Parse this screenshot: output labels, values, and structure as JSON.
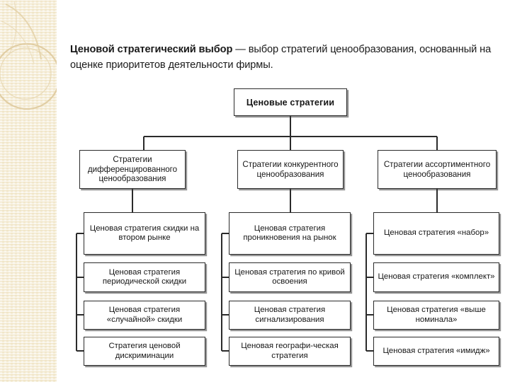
{
  "slide": {
    "intro": {
      "lead": "Ценовой стратегический выбор",
      "rest": " — выбор стратегий ценообразования, основанный на оценке приоритетов деятельности фирмы."
    }
  },
  "diagram": {
    "root": {
      "label": "Ценовые стратегии"
    },
    "branches": [
      {
        "label": "Стратегии дифференцированного ценообразования",
        "leaves": [
          {
            "label": "Ценовая стратегия скидки на втором рынке"
          },
          {
            "label": "Ценовая стратегия периодической скидки"
          },
          {
            "label": "Ценовая стратегия «случайной» скидки"
          },
          {
            "label": "Стратегия ценовой дискриминации"
          }
        ]
      },
      {
        "label": "Стратегии конкурентного ценообразования",
        "leaves": [
          {
            "label": "Ценовая стратегия проникновения на рынок"
          },
          {
            "label": "Ценовая стратегия по кривой освоения"
          },
          {
            "label": "Ценовая стратегия сигнализирования"
          },
          {
            "label": "Ценовая географи-ческая стратегия"
          }
        ]
      },
      {
        "label": "Стратегии ассортиментного ценообразования",
        "leaves": [
          {
            "label": "Ценовая стратегия «набор»"
          },
          {
            "label": "Ценовая стратегия «комплект»"
          },
          {
            "label": "Ценовая стратегия «выше номинала»"
          },
          {
            "label": "Ценовая стратегия «имидж»"
          }
        ]
      }
    ]
  },
  "colors": {
    "band": "#f3e9ce",
    "band_line": "#d9c79a",
    "node_border": "#2b2b2b",
    "node_shadow": "#6b6b6b",
    "text": "#161616",
    "page_background": "#ffffff"
  }
}
